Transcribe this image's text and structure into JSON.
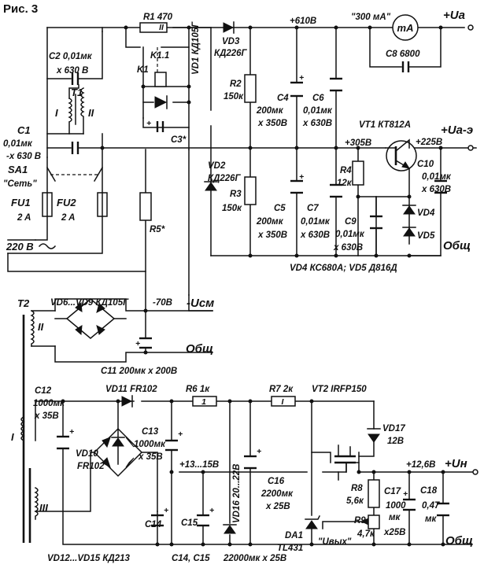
{
  "figure": "Рис. 3",
  "labels": {
    "R1": "R1 470",
    "K1_1": "K1.1",
    "K1": "K1",
    "C3": "C3*",
    "VD1": "VD1 КД105Г",
    "R5": "R5*",
    "C2a": "C2 0,01мк",
    "C2b": "x 630 B",
    "T1": "T1",
    "T1_I": "I",
    "T1_II": "II",
    "C1a": "C1",
    "C1b": "0,01мк",
    "C1c": "-x 630 B",
    "SA1": "SA1",
    "SA1_name": "\"Сеть\"",
    "FU1": "FU1",
    "FU1_v": "2 A",
    "FU2": "FU2",
    "FU2_v": "2 A",
    "mains": "220 B",
    "VD3a": "VD3",
    "VD3b": "КД226Г",
    "V610": "+610B",
    "meter_label": "\"300 мА\"",
    "meter_sym": "mA",
    "Ua": "+Uа",
    "C8": "C8 6800",
    "R2a": "R2",
    "R2b": "150к",
    "C4a": "C4",
    "C4b": "200мк",
    "C4c": "x 350B",
    "C6a": "C6",
    "C6b": "0,01мк",
    "C6c": "x 630B",
    "VT1": "VT1  КТ812А",
    "Uae": "+Uа-э",
    "V305": "+305B",
    "V225": "+225B",
    "R4a": "R4",
    "R4b": "12к",
    "C10a": "C10",
    "C10b": "0,01мк",
    "C10c": "x 630B",
    "VD2a": "VD2",
    "VD2b": "КД226Г",
    "R3a": "R3",
    "R3b": "150к",
    "C5a": "C5",
    "C5b": "200мк",
    "C5c": "x 350B",
    "C7a": "C7",
    "C7b": "0,01мк",
    "C7c": "x 630B",
    "C9a": "C9",
    "C9b": "0,01мк",
    "C9c": "x 630B",
    "VD4": "VD4",
    "VD5": "VD5",
    "obsch": "Общ",
    "VD45": "VD4 КС680А; VD5 Д816Д",
    "T2": "T2",
    "T2_II": "II",
    "VD69": "VD6...VD9 КД105Г",
    "V70": "-70B",
    "Ucm": "-Uсм",
    "C11": "C11 200мк x 200B",
    "C12a": "C12",
    "C12b": "1000мк",
    "C12c": "x 35B",
    "T2_I": "I",
    "VD11": "VD11  FR102",
    "R6": "R6  1к",
    "R7": "R7  2к",
    "VT2": "VT2  IRFP150",
    "VD10a": "VD10",
    "VD10b": "FR102",
    "C13a": "C13",
    "C13b": "1000мк",
    "C13c": "x 35B",
    "V1315": "+13...15B",
    "VD17a": "VD17",
    "VD17b": "12B",
    "V126": "+12,6B",
    "Un": "+Uн",
    "T2_III": "III",
    "C14": "C14",
    "C15": "C15",
    "VD16": "VD16 20...22B",
    "C16a": "C16",
    "C16b": "2200мк",
    "C16c": "x 25B",
    "R8a": "R8",
    "R8b": "5,6к",
    "C17a": "C17",
    "C17b": "1000",
    "C17c": "мк",
    "C17d": "x25B",
    "C18a": "C18",
    "C18b": "0,47",
    "C18c": "мк",
    "DA1a": "DA1",
    "DA1b": "TL431",
    "Uvyh": "\"Uвых\"",
    "R9a": "R9",
    "R9b": "4,7к",
    "VD1215": "VD12...VD15 КД213",
    "C1415": "C14, C15",
    "C1415v": "22000мк x 25B",
    "plus": "+"
  }
}
